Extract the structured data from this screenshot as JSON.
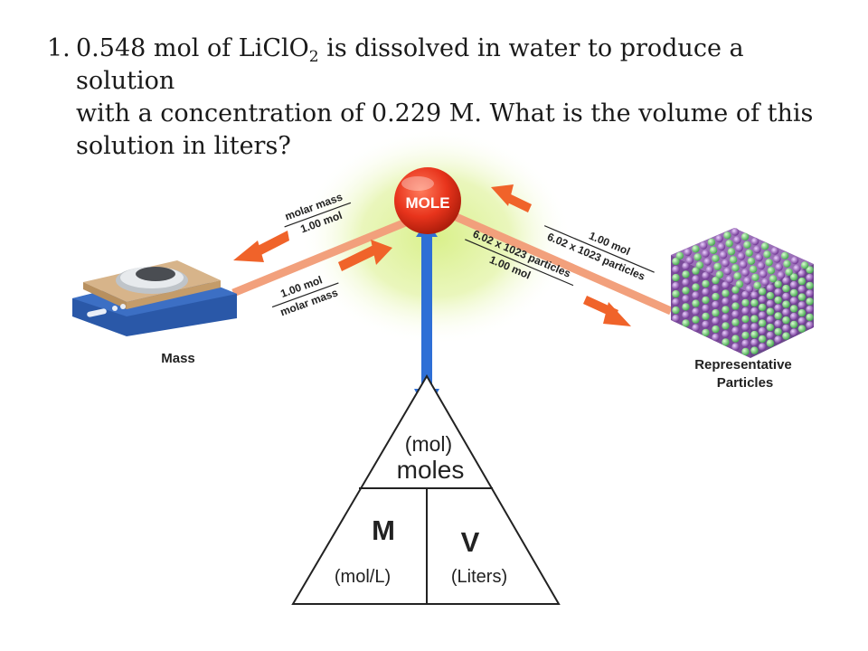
{
  "question": {
    "number": "1.",
    "line1_pre": "0.548 mol of LiClO",
    "subscript": "2",
    "line1_post": " is dissolved in water to produce a solution",
    "line2": "with a concentration of 0.229 M. What is the volume of this",
    "line3": "solution in liters?"
  },
  "diagram": {
    "mole_label": "MOLE",
    "mass_label": "Mass",
    "particles_label_1": "Representative",
    "particles_label_2": "Particles",
    "left_upper_num": "molar mass",
    "left_upper_den": "1.00 mol",
    "left_lower_num": "1.00 mol",
    "left_lower_den": "molar mass",
    "right_upper_num": "1.00 mol",
    "right_upper_den": "6.02 x 1023 particles",
    "right_lower_num": "6.02 x 1023 particles",
    "right_lower_den": "1.00 mol",
    "colors": {
      "mole": "#e8341c",
      "arrow_orange": "#f0632a",
      "arrow_blue": "#2e6fd6",
      "glow": "#c8e86a"
    }
  },
  "triangle": {
    "top_unit": "(mol)",
    "top_label": "moles",
    "left_label": "M",
    "left_unit": "(mol/L)",
    "right_label": "V",
    "right_unit": "(Liters)"
  }
}
